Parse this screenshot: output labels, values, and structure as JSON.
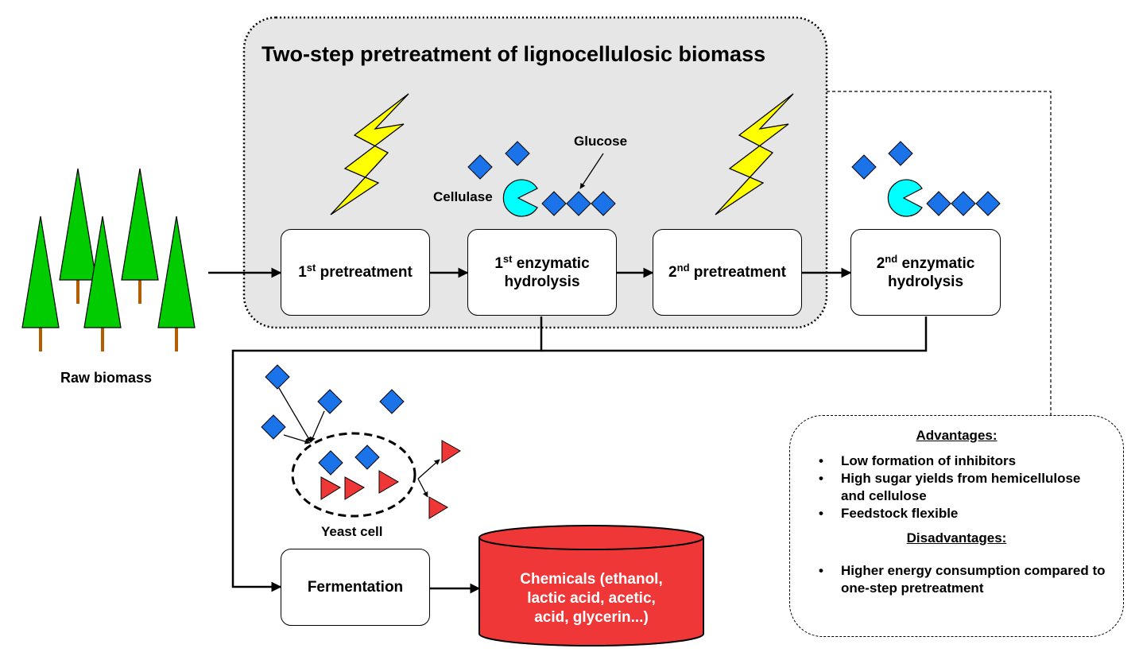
{
  "title": "Two-step pretreatment of lignocellulosic biomass",
  "labels": {
    "raw_biomass": "Raw biomass",
    "glucose": "Glucose",
    "cellulase": "Cellulase",
    "yeast_cell": "Yeast cell"
  },
  "steps": {
    "pretreatment_1": {
      "num": "1",
      "sup": "st",
      "text": "pretreatment"
    },
    "hydrolysis_1": {
      "num": "1",
      "sup": "st",
      "line1": "enzymatic",
      "line2": "hydrolysis"
    },
    "pretreatment_2": {
      "num": "2",
      "sup": "nd",
      "text": "pretreatment"
    },
    "hydrolysis_2": {
      "num": "2",
      "sup": "nd",
      "line1": "enzymatic",
      "line2": "hydrolysis"
    },
    "fermentation": "Fermentation"
  },
  "product": {
    "line1": "Chemicals (ethanol,",
    "line2": "lactic acid, acetic,",
    "line3": "acid, glycerin...)"
  },
  "advantages": {
    "heading": "Advantages:",
    "items": [
      "Low formation of inhibitors",
      "High sugar yields from hemicellulose and cellulose",
      "Feedstock flexible"
    ]
  },
  "disadvantages": {
    "heading": "Disadvantages:",
    "items": [
      "Higher energy consumption compared to one-step pretreatment"
    ]
  },
  "colors": {
    "tree_green": "#00cc00",
    "trunk_brown": "#b35c00",
    "bolt_yellow": "#ffff00",
    "glucose_blue": "#1a73e8",
    "enzyme_cyan": "#00ffff",
    "product_red": "#ef3737",
    "panel_gray": "#e6e6e6"
  }
}
